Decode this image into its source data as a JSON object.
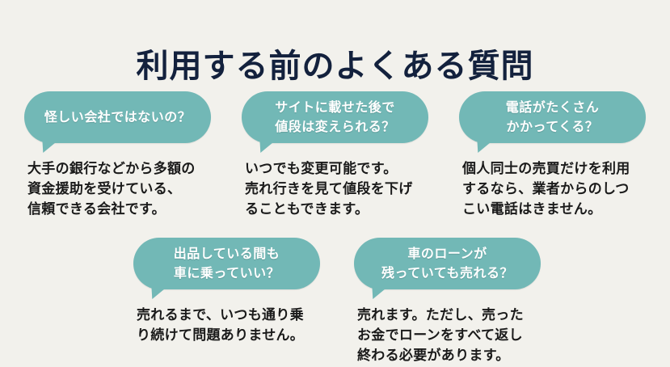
{
  "page": {
    "title": "利用する前のよくある質問"
  },
  "colors": {
    "background": "#f2f1ec",
    "bubble": "#72b8b6",
    "title_text": "#13213d",
    "answer_text": "#1a1a1a",
    "question_text": "#ffffff"
  },
  "faqs": [
    {
      "question": "怪しい会社ではないの？",
      "answer": "大手の銀行などから多額の\n資金援助を受けている、\n信頼できる会社です。"
    },
    {
      "question": "サイトに載せた後で\n値段は変えられる？",
      "answer": "いつでも変更可能です。\n売れ行きを見て値段を下げ\nることもできます。"
    },
    {
      "question": "電話がたくさん\nかかってくる？",
      "answer": "個人同士の売買だけを利用\nするなら、業者からのしつ\nこい電話はきません。"
    },
    {
      "question": "出品している間も\n車に乗っていい？",
      "answer": "売れるまで、いつも通り乗\nり続けて問題ありません。"
    },
    {
      "question": "車のローンが\n残っていても売れる？",
      "answer": "売れます。ただし、売った\nお金でローンをすべて返し\n終わる必要があります。"
    }
  ]
}
